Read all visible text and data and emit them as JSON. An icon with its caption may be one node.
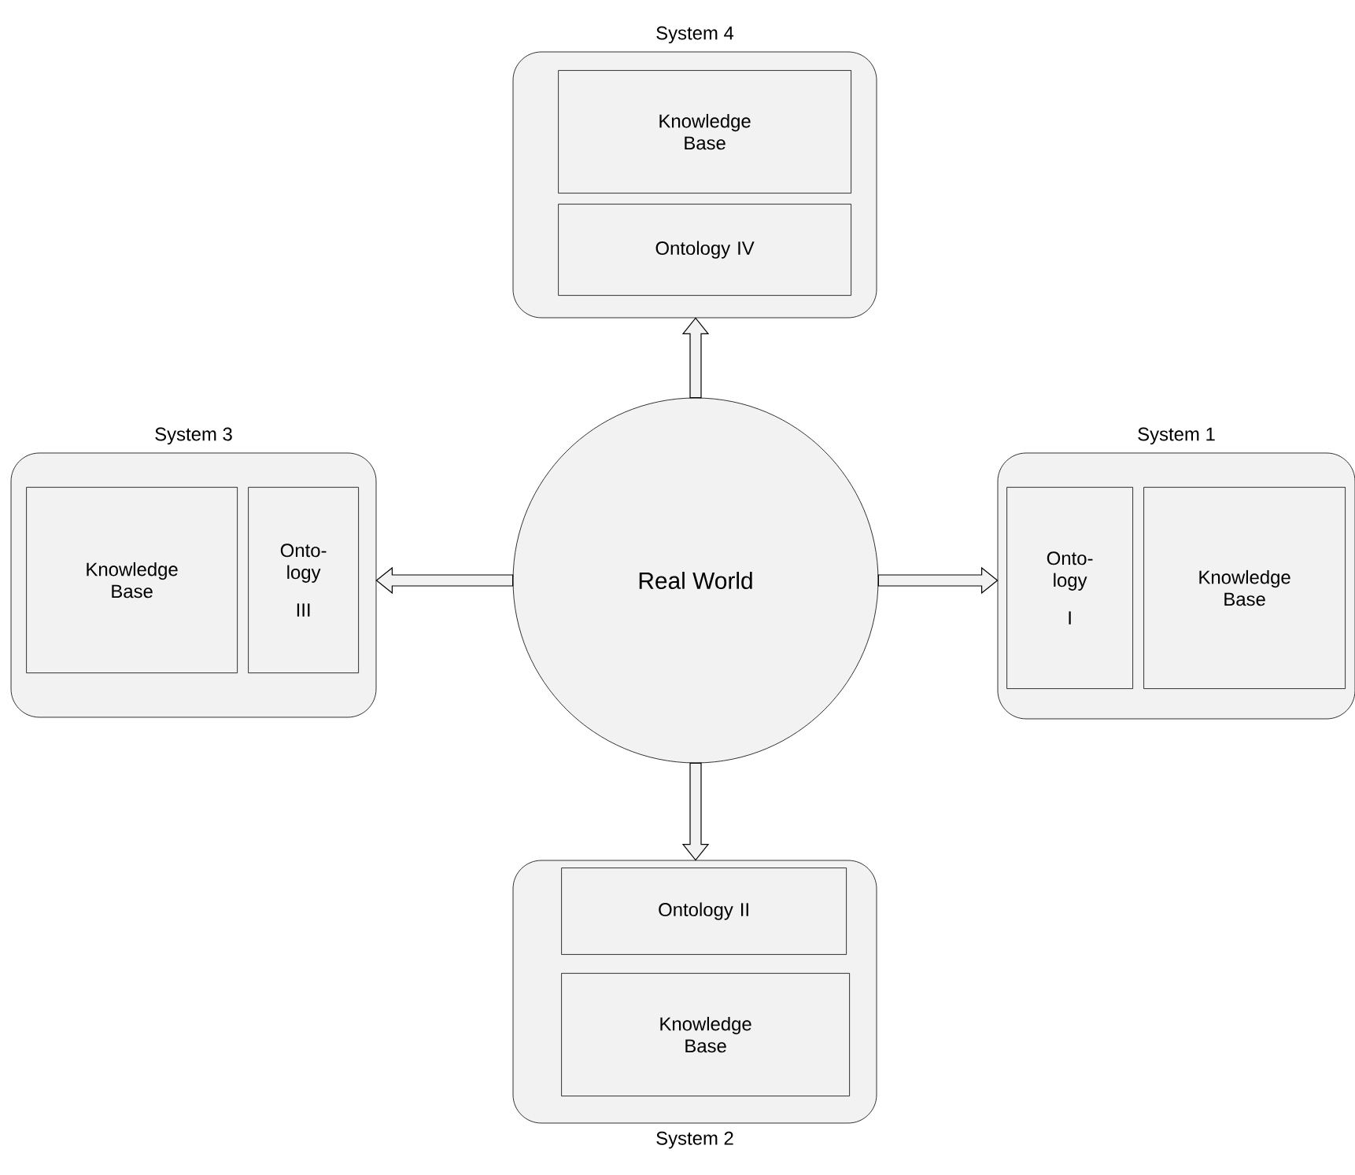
{
  "diagram": {
    "nodes": [
      {
        "text": [
          "Real World"
        ]
      },
      {
        "text": [
          "System 1"
        ]
      },
      {
        "text": [
          "Onto-logy",
          "I"
        ],
        "in": 1
      },
      {
        "text": [
          "Knowledge Base"
        ],
        "in": 1
      },
      {
        "text": [
          "System 2"
        ]
      },
      {
        "text": [
          "Ontology II"
        ],
        "in": 4
      },
      {
        "text": [
          "Knowledge Base"
        ],
        "in": 4
      },
      {
        "text": [
          "System 3"
        ]
      },
      {
        "text": [
          "Knowledge Base"
        ],
        "in": 7
      },
      {
        "text": [
          "Onto-logy",
          "III"
        ],
        "in": 7
      },
      {
        "text": [
          "System 4"
        ]
      },
      {
        "text": [
          "Knowledge Base"
        ],
        "in": 10
      },
      {
        "text": [
          "Ontology IV"
        ],
        "in": 10
      }
    ],
    "edges": [
      {
        "from": 0,
        "to": 1,
        "arrow": "to"
      },
      {
        "from": 0,
        "to": 4,
        "arrow": "to"
      },
      {
        "from": 0,
        "to": 7,
        "arrow": "to"
      },
      {
        "from": 0,
        "to": 10,
        "arrow": "to"
      }
    ]
  }
}
